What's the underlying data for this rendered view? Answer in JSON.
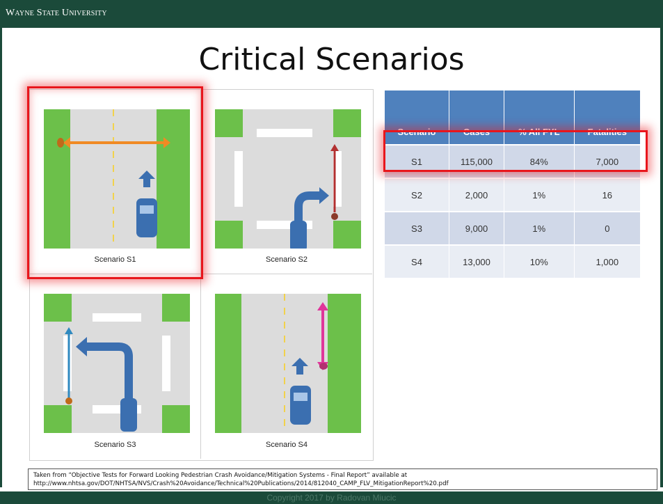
{
  "header": {
    "university": "Wayne State University"
  },
  "slide": {
    "title": "Critical Scenarios"
  },
  "scenarios": [
    {
      "caption": "Scenario S1",
      "icon": "scenario-s1-diagram"
    },
    {
      "caption": "Scenario S2",
      "icon": "scenario-s2-diagram"
    },
    {
      "caption": "Scenario S3",
      "icon": "scenario-s3-diagram"
    },
    {
      "caption": "Scenario S4",
      "icon": "scenario-s4-diagram"
    }
  ],
  "table": {
    "headers": [
      "Scenario",
      "Cases",
      "% All FYL",
      "Fatalities"
    ],
    "rows": [
      [
        "S1",
        "115,000",
        "84%",
        "7,000"
      ],
      [
        "S2",
        "2,000",
        "1%",
        "16"
      ],
      [
        "S3",
        "9,000",
        "1%",
        "0"
      ],
      [
        "S4",
        "13,000",
        "10%",
        "1,000"
      ]
    ],
    "highlighted_row": "S1"
  },
  "source": {
    "line1": "Taken from “Objective Tests for Forward Looking Pedestrian Crash Avoidance/Mitigation Systems - Final Report” available at",
    "line2": "http://www.nhtsa.gov/DOT/NHTSA/NVS/Crash%20Avoidance/Technical%20Publications/2014/812040_CAMP_FLV_MitigationReport%20.pdf"
  },
  "footer": {
    "copyright": "Copyright 2017 by Radovan Miucic"
  },
  "colors": {
    "header_bg": "#1b4a3a",
    "highlight": "#e8161c",
    "table_header": "#4f81bd",
    "grass": "#6cc04a",
    "road": "#dcdcdc",
    "vehicle": "#3b6fb0"
  }
}
